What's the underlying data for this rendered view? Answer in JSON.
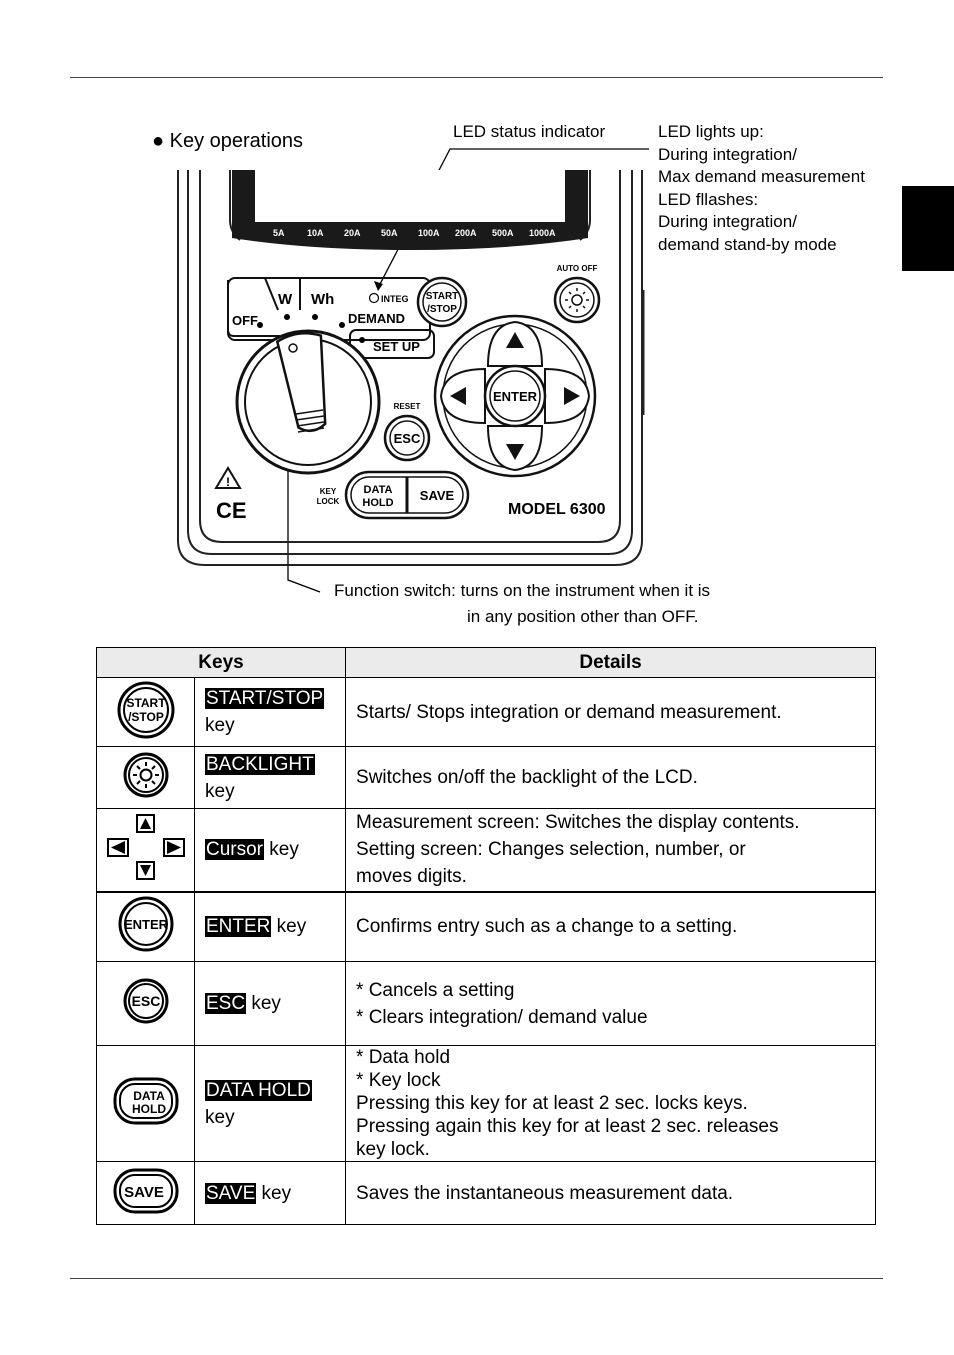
{
  "page": {
    "heading": "● Key operations",
    "led_label": "LED status indicator",
    "led_notes": [
      "LED lights up:",
      "During integration/",
      "Max demand measurement",
      "LED fllashes:",
      "During integration/",
      "demand stand-by mode"
    ],
    "function_switch_note": [
      "Function switch: turns on the instrument when it is",
      "in any position other than OFF."
    ]
  },
  "device": {
    "ranges": [
      "5A",
      "10A",
      "20A",
      "50A",
      "100A",
      "200A",
      "500A",
      "1000A"
    ],
    "off": "OFF",
    "w": "W",
    "wh": "Wh",
    "integ": "INTEG",
    "demand": "DEMAND",
    "setup": "SET UP",
    "start": "START",
    "stop": "/STOP",
    "auto_off": "AUTO OFF",
    "reset": "RESET",
    "esc": "ESC",
    "enter": "ENTER",
    "key": "KEY",
    "lock": "LOCK",
    "data": "DATA",
    "hold": "HOLD",
    "save": "SAVE",
    "model": "MODEL 6300",
    "ce": "CE"
  },
  "table": {
    "headers": {
      "keys": "Keys",
      "details": "Details"
    },
    "rows": [
      {
        "icon": "start-stop-icon",
        "name": "START/STOP",
        "suffix": "key",
        "details": [
          "Starts/ Stops integration or demand measurement."
        ]
      },
      {
        "icon": "backlight-icon",
        "name": "BACKLIGHT",
        "suffix": "key",
        "details": [
          "Switches on/off the backlight of the LCD."
        ]
      },
      {
        "icon": "cursor-icon",
        "name": "Cursor",
        "suffix": " key",
        "details": [
          "Measurement screen: Switches the display contents.",
          "Setting screen: Changes selection, number, or",
          "moves digits."
        ]
      },
      {
        "icon": "enter-icon",
        "name": "ENTER",
        "suffix": " key",
        "details": [
          "Confirms entry such as a change to a setting."
        ]
      },
      {
        "icon": "esc-icon",
        "name": "ESC",
        "suffix": " key",
        "details": [
          "* Cancels a setting",
          "* Clears integration/ demand value"
        ]
      },
      {
        "icon": "data-hold-icon",
        "name": "DATA HOLD",
        "suffix": "key",
        "details": [
          "* Data hold",
          "* Key lock",
          "Pressing this key for at least 2 sec. locks keys.",
          "Pressing again this key for at least 2 sec. releases",
          "key lock."
        ]
      },
      {
        "icon": "save-icon",
        "name": "SAVE",
        "suffix": " key",
        "details": [
          "Saves the instantaneous measurement data."
        ]
      }
    ],
    "icon_text": {
      "start": "START",
      "stop": "/STOP",
      "enter": "ENTER",
      "esc": "ESC",
      "data": "DATA",
      "hold": "HOLD",
      "save": "SAVE"
    }
  }
}
